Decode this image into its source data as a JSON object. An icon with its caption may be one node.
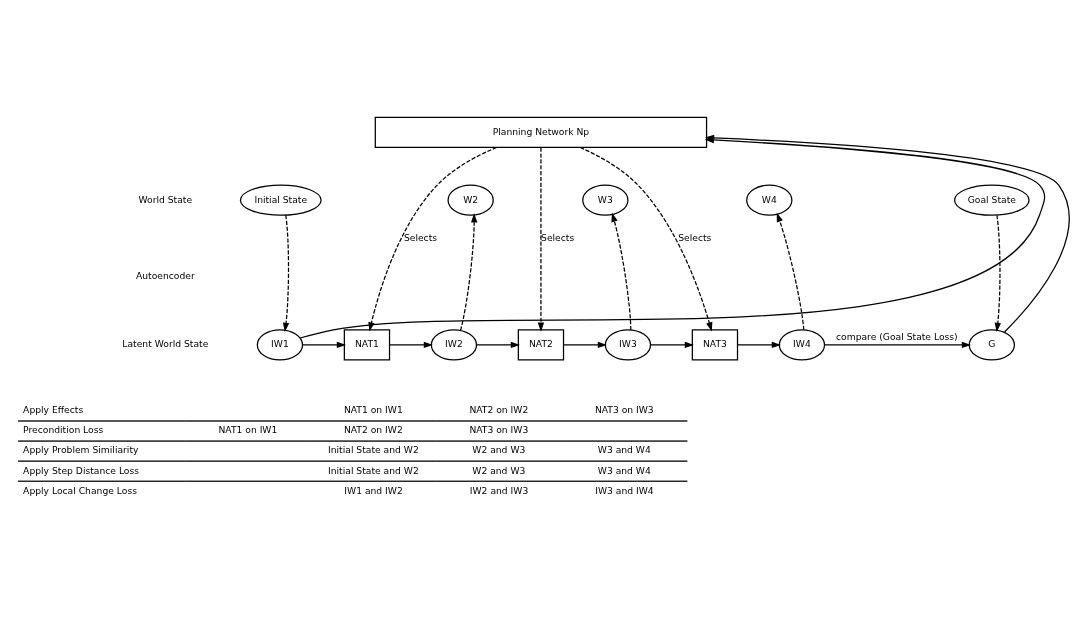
{
  "diagram": {
    "nodes": [
      {
        "text": [
          "Planning Network Np"
        ]
      },
      {
        "text": [
          "Initial State"
        ]
      },
      {
        "text": [
          "W2"
        ]
      },
      {
        "text": [
          "W3"
        ]
      },
      {
        "text": [
          "W4"
        ]
      },
      {
        "text": [
          "Goal State"
        ]
      },
      {
        "text": [
          "IW1"
        ]
      },
      {
        "text": [
          "NAT1"
        ]
      },
      {
        "text": [
          "IW2"
        ]
      },
      {
        "text": [
          "NAT2"
        ]
      },
      {
        "text": [
          "IW3"
        ]
      },
      {
        "text": [
          "NAT3"
        ]
      },
      {
        "text": [
          "IW4"
        ]
      },
      {
        "text": [
          "G"
        ]
      }
    ],
    "edges": [
      {
        "from": 6,
        "to": 0,
        "arrow": "to"
      },
      {
        "from": 13,
        "to": 0,
        "arrow": "to"
      },
      {
        "from": 0,
        "to": 7,
        "arrow": "to",
        "label": "Selects",
        "style": "dashed"
      },
      {
        "from": 0,
        "to": 9,
        "arrow": "to",
        "label": "Selects",
        "style": "dashed"
      },
      {
        "from": 0,
        "to": 11,
        "arrow": "to",
        "label": "Selects",
        "style": "dashed"
      },
      {
        "from": 1,
        "to": 6,
        "arrow": "to",
        "style": "dashed"
      },
      {
        "from": 8,
        "to": 2,
        "arrow": "to",
        "style": "dashed"
      },
      {
        "from": 10,
        "to": 3,
        "arrow": "to",
        "style": "dashed"
      },
      {
        "from": 12,
        "to": 4,
        "arrow": "to",
        "style": "dashed"
      },
      {
        "from": 5,
        "to": 13,
        "arrow": "to",
        "style": "dashed"
      },
      {
        "from": 6,
        "to": 7,
        "arrow": "to"
      },
      {
        "from": 7,
        "to": 8,
        "arrow": "to"
      },
      {
        "from": 8,
        "to": 9,
        "arrow": "to"
      },
      {
        "from": 9,
        "to": 10,
        "arrow": "to"
      },
      {
        "from": 10,
        "to": 11,
        "arrow": "to"
      },
      {
        "from": 11,
        "to": 12,
        "arrow": "to"
      },
      {
        "from": 12,
        "to": 13,
        "arrow": "to",
        "label": "compare (Goal State Loss)"
      }
    ],
    "labels": [
      "World State",
      "Autoencoder",
      "Latent World State",
      "Apply Effects",
      "NAT1 on IW1",
      "NAT2 on IW2",
      "NAT3 on IW3",
      "Precondition Loss",
      "NAT1 on IW1",
      "NAT2 on IW2",
      "NAT3 on IW3",
      "Apply Problem Similiarity",
      "Initial State and W2",
      "W2 and W3",
      "W3 and W4",
      "Apply Step Distance Loss",
      "Initial State and W2",
      "W2 and W3",
      "W3 and W4",
      "Apply Local Change Loss",
      "IW1 and IW2",
      "IW2 and IW3",
      "IW3 and IW4"
    ]
  }
}
